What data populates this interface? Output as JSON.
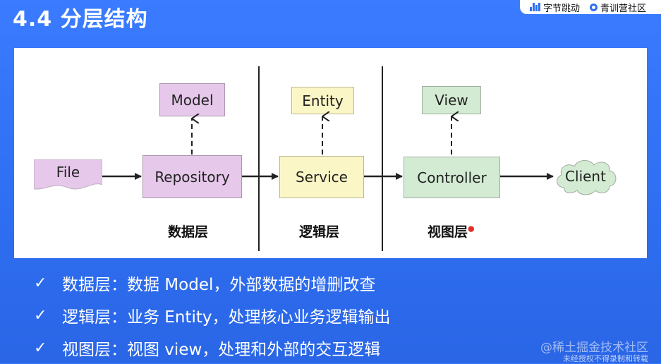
{
  "header": {
    "title": "4.4 分层结构",
    "brand_bytedance": "字节跳动",
    "brand_camp": "青训营社区"
  },
  "diagram": {
    "nodes": {
      "file": "File",
      "repository": "Repository",
      "model": "Model",
      "service": "Service",
      "entity": "Entity",
      "controller": "Controller",
      "view": "View",
      "client": "Client"
    },
    "layers": {
      "data": "数据层",
      "logic": "逻辑层",
      "view": "视图层"
    },
    "colors": {
      "data_layer": "#e6c8ea",
      "logic_layer": "#fbf6c6",
      "view_layer": "#d4ebd3",
      "background": "#2f6ff2"
    }
  },
  "bullets": [
    {
      "check": "✓",
      "text": "数据层：数据 Model，外部数据的增删改查"
    },
    {
      "check": "✓",
      "text": "逻辑层：业务 Entity，处理核心业务逻辑输出"
    },
    {
      "check": "✓",
      "text": "视图层：视图 view，处理和外部的交互逻辑"
    }
  ],
  "watermark": {
    "site": "@稀土掘金技术社区",
    "notice": "未经授权不得录制和转载"
  }
}
